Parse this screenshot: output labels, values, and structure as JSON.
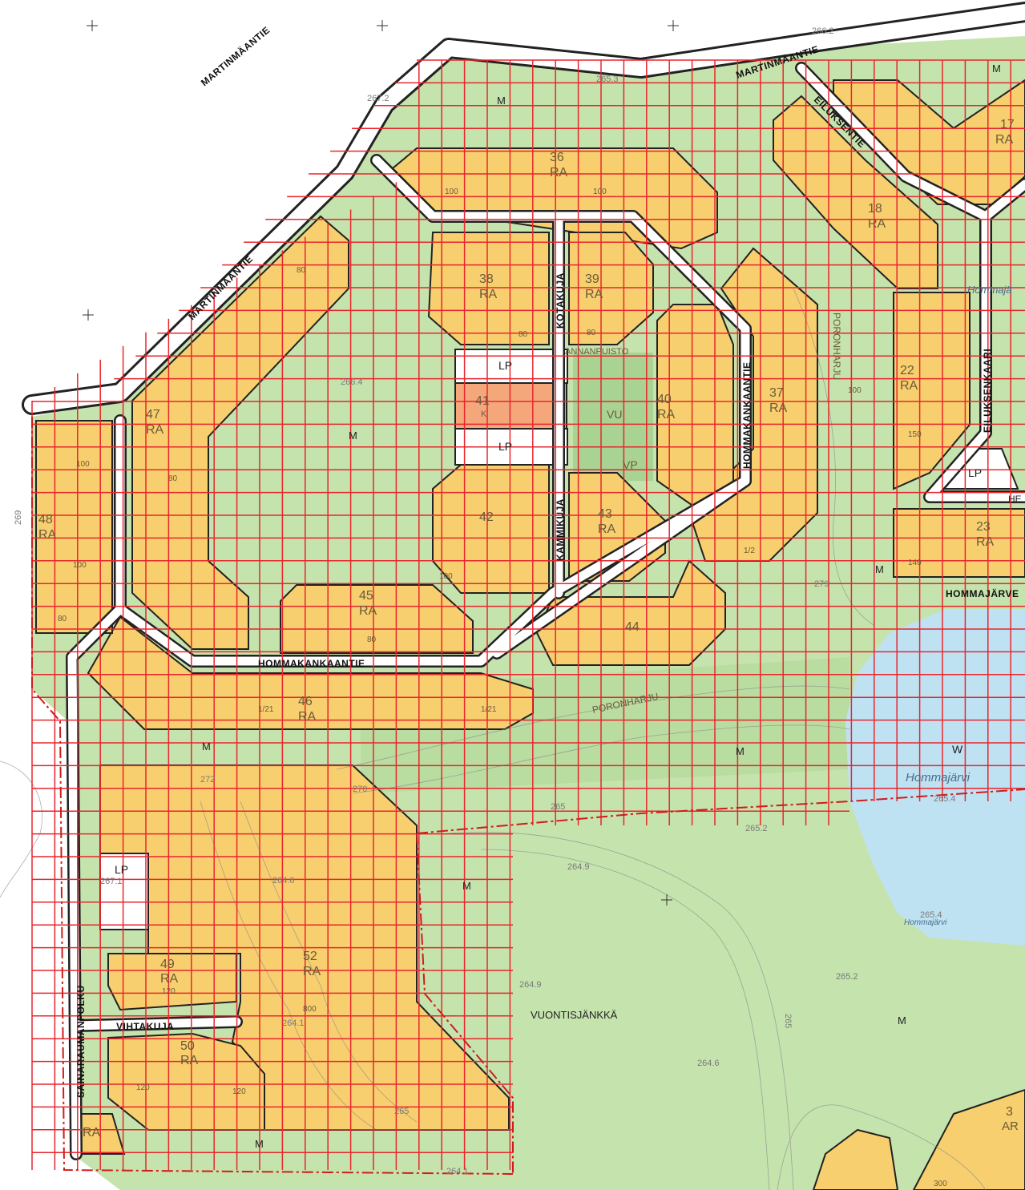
{
  "colors": {
    "green": "#c5e3ad",
    "yellow": "#f8cf6e",
    "orange": "#f5a77c",
    "water": "#bfe2f3",
    "road": "#ffffff",
    "grid": "#e8262d",
    "boundary": "#d01c1c",
    "dark_green": "#a8d393"
  },
  "roads": {
    "martinmaantie_1": "MARTINMÄANTIE",
    "martinmaantie_2": "MARTINMÄANTIE",
    "martinmaantie_3": "MARTINMÄANTIE",
    "kotakuja": "KOTAKUJA",
    "kammikuja": "KAMMIKUJA",
    "hommakankaantie_1": "HOMMAKANKAANTIE",
    "hommakankaantie_2": "HOMMAKANKAANTIE",
    "poronharju_1": "PORONHARJU",
    "poronharju_2": "PORONHARJU",
    "eilukseniie": "EILUKSENTIE",
    "eiluksenkaari": "EILUKSENKAARI",
    "vihtakuja": "VIHTAKUJA",
    "sainaraumanpolku": "SAINARAUMANPOLKU",
    "annanpuisto": "ANNANPUISTO",
    "hommajarventie": "HOMMAJÄRVE"
  },
  "zones": {
    "m": "M",
    "ra": "RA",
    "lp": "LP",
    "vu": "VU",
    "vp": "VP",
    "w": "W",
    "ar": "AR",
    "he": "HE",
    "k": "K"
  },
  "blocks": {
    "b17": "17",
    "b18": "18",
    "b22": "22",
    "b23": "23",
    "b36": "36",
    "b37": "37",
    "b38": "38",
    "b39": "39",
    "b40": "40",
    "b41": "41",
    "b42": "42",
    "b43": "43",
    "b44": "44",
    "b45": "45",
    "b46": "46",
    "b47": "47",
    "b48": "48",
    "b49": "49",
    "b50": "50",
    "b52": "52",
    "b3": "3"
  },
  "places": {
    "hommajarvi_1": "Hommajärvi",
    "hommajarvi_2": "Hommajärvi",
    "hommajarvi_3": "Hommajä",
    "vuontisjankka": "VUONTISJÄNKKÄ"
  },
  "elevations": {
    "e1": "266.2",
    "e2": "265.3",
    "e3": "267.2",
    "e4": "266.4",
    "e5": "264.6",
    "e6": "264.9",
    "e7": "264.9",
    "e8": "265.2",
    "e9": "265.2",
    "e10": "265.4",
    "e11": "264.6",
    "e12": "265.4",
    "e13": "267.1",
    "e14": "264.1",
    "e15": "265",
    "e16": "265",
    "e17": "270",
    "e18": "272",
    "e19": "269",
    "e20": "265",
    "e21": "279",
    "e22": "264.1"
  },
  "lot_values": {
    "v80": "80",
    "v100": "100",
    "v120": "120",
    "v140": "140",
    "v150": "150",
    "v300": "300",
    "v800": "800",
    "v1_2": "1/2",
    "v1_21": "1/21"
  }
}
